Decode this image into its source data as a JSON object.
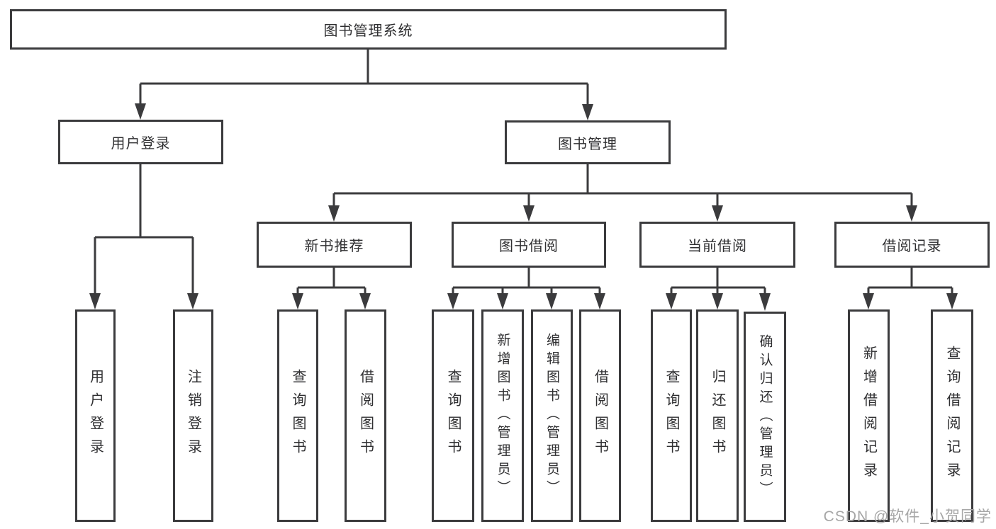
{
  "diagram": {
    "title_node": {
      "label": "图书管理系统"
    },
    "level2": [
      {
        "label": "用户登录"
      },
      {
        "label": "图书管理"
      }
    ],
    "level3": [
      {
        "label": "新书推荐"
      },
      {
        "label": "图书借阅"
      },
      {
        "label": "当前借阅"
      },
      {
        "label": "借阅记录"
      }
    ],
    "leaves": {
      "user_login": [
        "用户登录",
        "注销登录"
      ],
      "new_book": [
        "查询图书",
        "借阅图书"
      ],
      "book_borrow": [
        "查询图书",
        "新增图书（管理员）",
        "编辑图书（管理员）",
        "借阅图书"
      ],
      "current_borrow": [
        "查询图书",
        "归还图书",
        "确认归还（管理员）"
      ],
      "borrow_record": [
        "新增借阅记录",
        "查询借阅记录"
      ]
    }
  },
  "watermark": {
    "text": "CSDN @软件_小贺同学"
  },
  "colors": {
    "line": "#3b3b3d",
    "box_border": "#3b3b3d",
    "text": "#2f2f31",
    "watermark": "#a6a6a6",
    "background": "#ffffff"
  }
}
